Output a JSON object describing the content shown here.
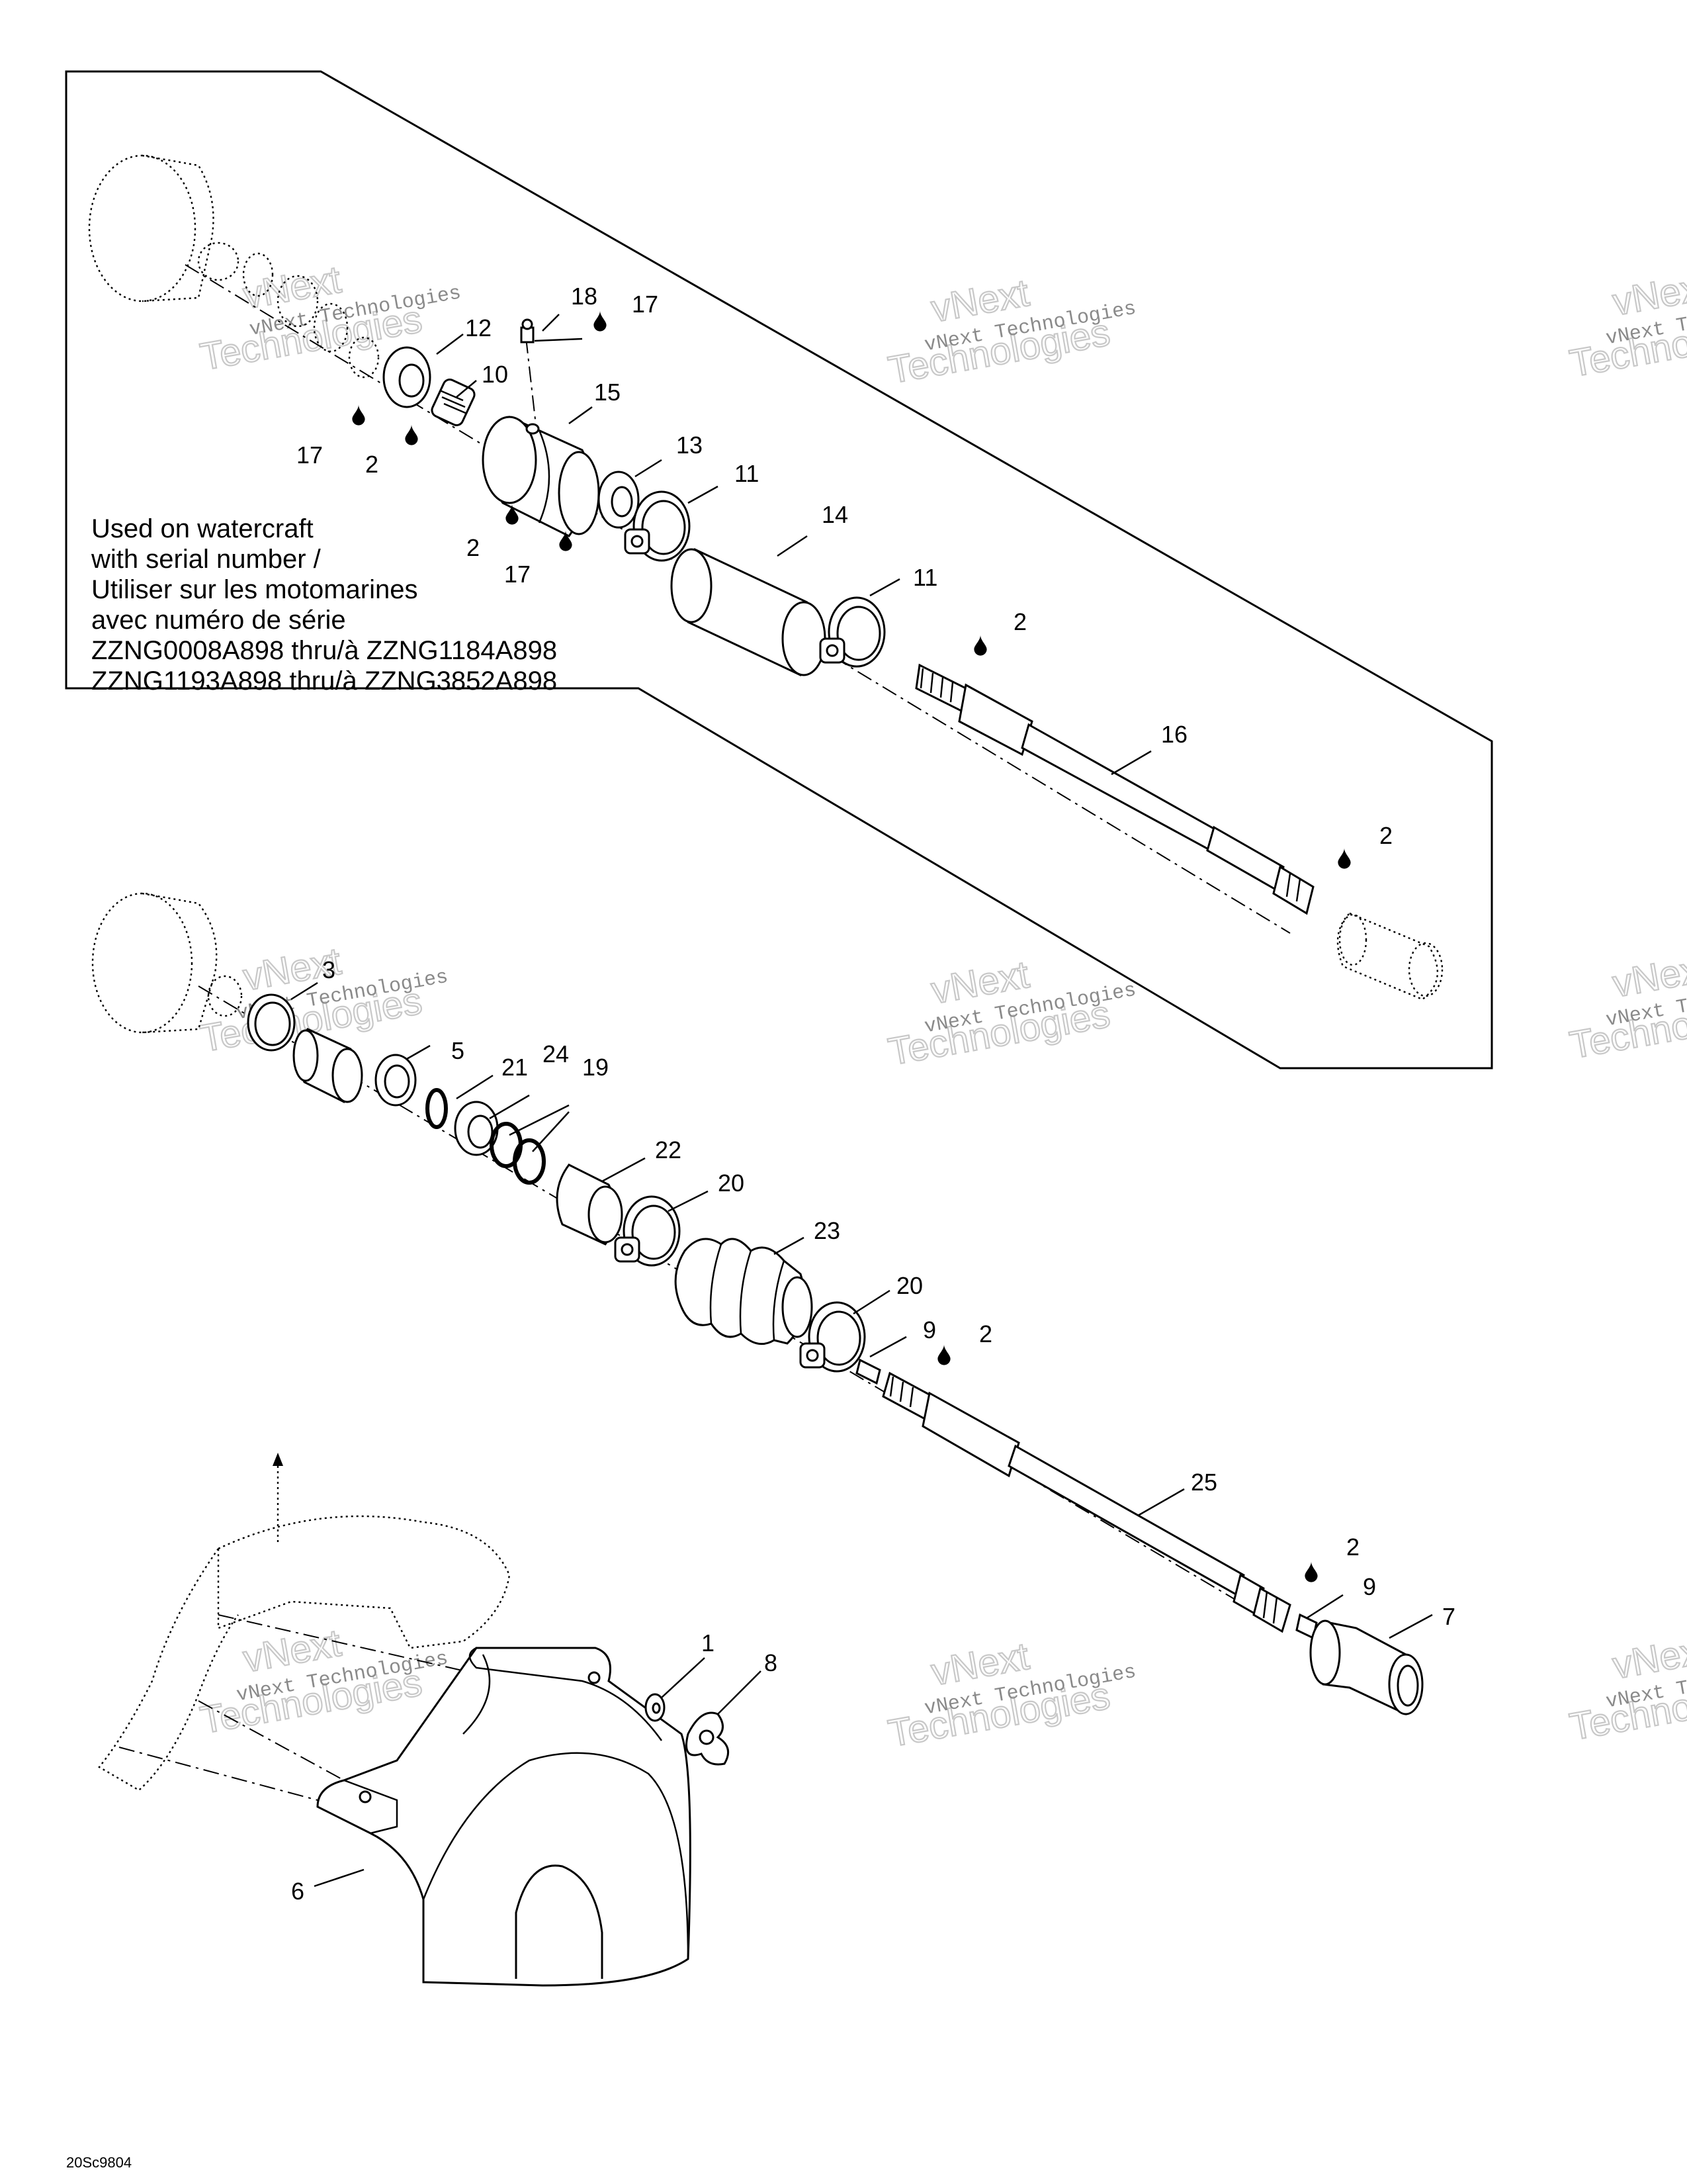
{
  "note": {
    "lines": [
      "Used on watercraft",
      "with serial number /",
      "Utiliser sur les motomarines",
      "avec numéro de série",
      "ZZNG0008A898 thru/à ZZNG1184A898",
      "ZZNG1193A898 thru/à ZZNG3852A898"
    ]
  },
  "figure_code": "20Sc9804",
  "watermark": {
    "line1": "vNext Technologies",
    "line2": "vNext",
    "line3": "Technologies"
  },
  "callouts": {
    "c1": "1",
    "c2a": "2",
    "c2b": "2",
    "c2c": "2",
    "c2d": "2",
    "c2e": "2",
    "c2f": "2",
    "c3": "3",
    "c5": "5",
    "c6": "6",
    "c7": "7",
    "c8": "8",
    "c9a": "9",
    "c9b": "9",
    "c10": "10",
    "c11a": "11",
    "c11b": "11",
    "c12": "12",
    "c13": "13",
    "c14": "14",
    "c15": "15",
    "c16": "16",
    "c17a": "17",
    "c17b": "17",
    "c17c": "17",
    "c18": "18",
    "c19": "19",
    "c20a": "20",
    "c20b": "20",
    "c21": "21",
    "c22": "22",
    "c23": "23",
    "c24": "24",
    "c25": "25"
  },
  "icons": {
    "lubricant": "oil-drop-icon"
  }
}
